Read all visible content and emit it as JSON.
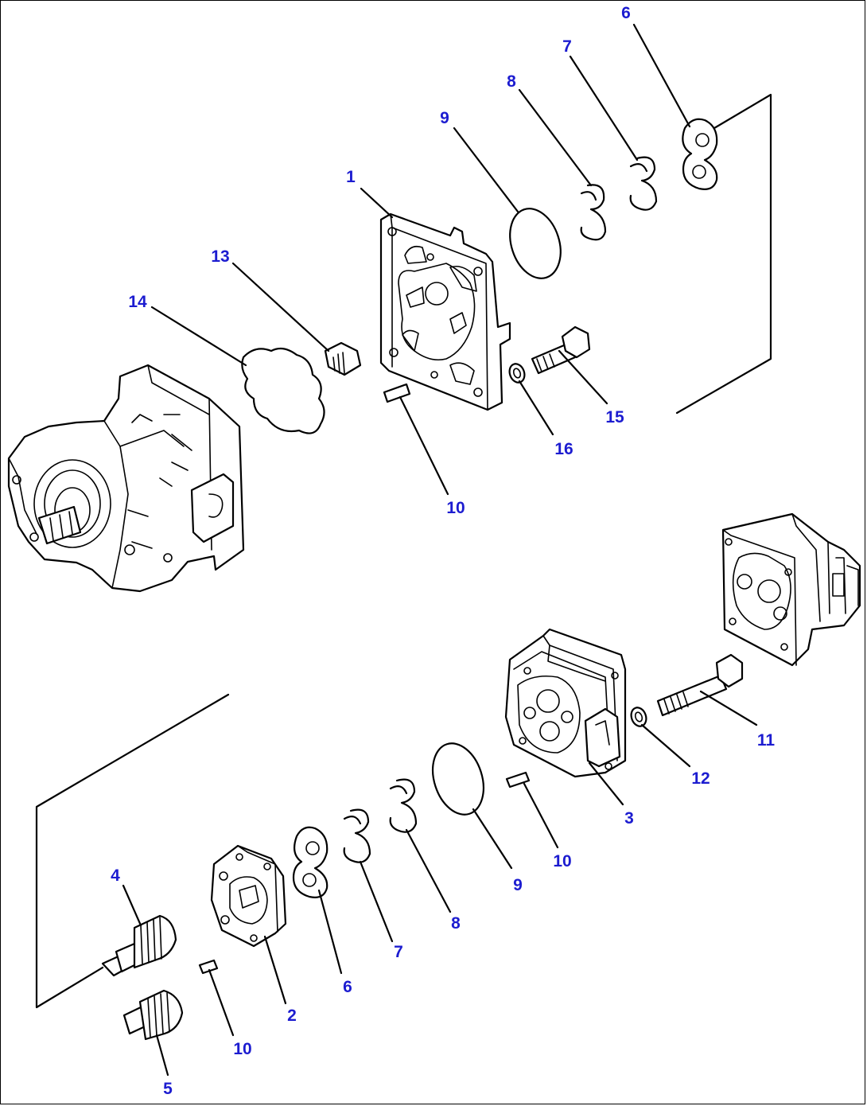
{
  "diagram": {
    "callouts": [
      {
        "id": "c-1",
        "text": "1"
      },
      {
        "id": "c-6-top",
        "text": "6"
      },
      {
        "id": "c-7-top",
        "text": "7"
      },
      {
        "id": "c-8-top",
        "text": "8"
      },
      {
        "id": "c-9-top",
        "text": "9"
      },
      {
        "id": "c-13",
        "text": "13"
      },
      {
        "id": "c-14",
        "text": "14"
      },
      {
        "id": "c-15",
        "text": "15"
      },
      {
        "id": "c-16",
        "text": "16"
      },
      {
        "id": "c-10-top",
        "text": "10"
      },
      {
        "id": "c-11",
        "text": "11"
      },
      {
        "id": "c-12",
        "text": "12"
      },
      {
        "id": "c-3",
        "text": "3"
      },
      {
        "id": "c-10-mid",
        "text": "10"
      },
      {
        "id": "c-9-bot",
        "text": "9"
      },
      {
        "id": "c-8-bot",
        "text": "8"
      },
      {
        "id": "c-7-bot",
        "text": "7"
      },
      {
        "id": "c-6-bot",
        "text": "6"
      },
      {
        "id": "c-2",
        "text": "2"
      },
      {
        "id": "c-10-bot",
        "text": "10"
      },
      {
        "id": "c-4",
        "text": "4"
      },
      {
        "id": "c-5",
        "text": "5"
      }
    ],
    "label_color": "#1c1cd0",
    "line_color": "#000000"
  }
}
